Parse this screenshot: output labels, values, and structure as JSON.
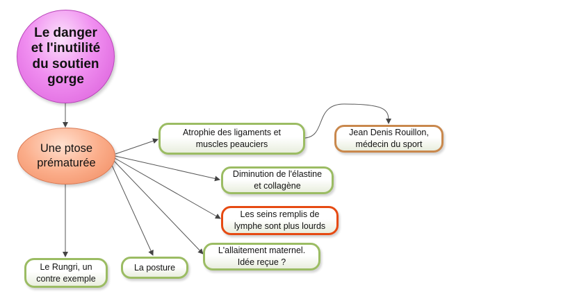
{
  "diagram": {
    "nodes": {
      "title": "Le danger\net l'inutilité\ndu soutien\ngorge",
      "ptose": "Une ptose\nprématurée",
      "atrophie": "Atrophie des ligaments et\nmuscles peauciers",
      "rouillon": "Jean Denis Rouillon,\nmédecin du sport",
      "elastine": "Diminution de l'élastine\net collagène",
      "lymphe": "Les seins remplis de\nlymphe sont plus lourds",
      "allaitement": "L'allaitement maternel.\nIdée reçue ?",
      "posture": "La posture",
      "rungri": "Le Rungri, un\ncontre exemple"
    },
    "edges": [
      {
        "from": "title",
        "to": "ptose"
      },
      {
        "from": "ptose",
        "to": "atrophie"
      },
      {
        "from": "ptose",
        "to": "elastine"
      },
      {
        "from": "ptose",
        "to": "lymphe"
      },
      {
        "from": "ptose",
        "to": "allaitement"
      },
      {
        "from": "ptose",
        "to": "posture"
      },
      {
        "from": "ptose",
        "to": "rungri"
      },
      {
        "from": "atrophie",
        "to": "rouillon"
      }
    ],
    "colors": {
      "title_fill": "#f08ef0",
      "ptose_fill": "#fbae8b",
      "leaf_border_green": "#9bbc63",
      "leaf_border_orange": "#c9884d",
      "leaf_border_red": "#e64a12",
      "edge": "#555555"
    }
  }
}
